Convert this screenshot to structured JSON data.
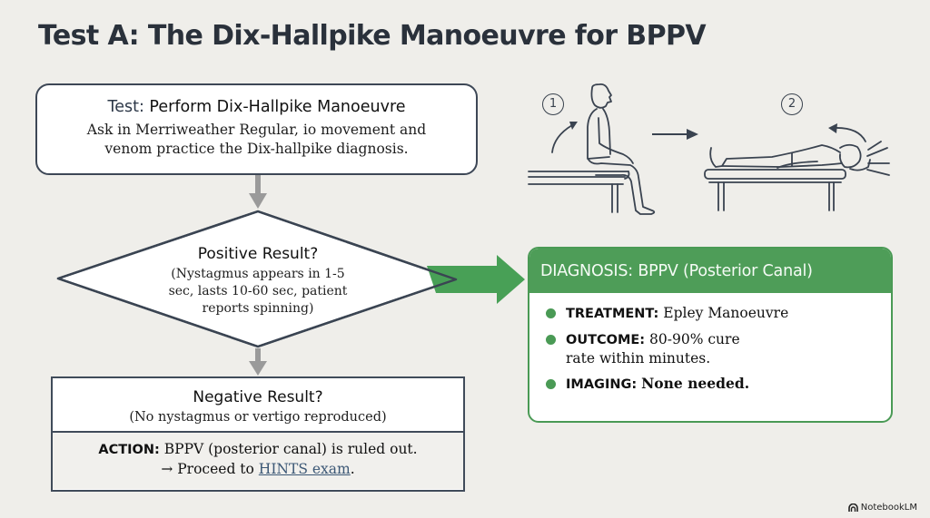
{
  "title": "Test A: The Dix-Hallpike Manoeuvre for BPPV",
  "test_box": {
    "label": "Test:",
    "heading": "Perform Dix-Hallpike Manoeuvre",
    "body_line1": "Ask in Merriweather Regular, io movement and",
    "body_line2": "venom practice the Dix-hallpike diagnosis."
  },
  "positive": {
    "question": "Positive Result?",
    "detail_line1": "(Nystagmus appears in 1-5",
    "detail_line2": "sec, lasts 10-60 sec, patient",
    "detail_line3": "reports spinning)"
  },
  "negative": {
    "question": "Negative Result?",
    "detail": "(No nystagmus or vertigo reproduced)",
    "action_label": "ACTION:",
    "action_text": "BPPV (posterior canal) is ruled out.",
    "proceed_arrow": "→",
    "proceed_text": "Proceed to",
    "proceed_link": "HINTS exam",
    "proceed_end": "."
  },
  "diagnosis": {
    "header": "DIAGNOSIS: BPPV (Posterior Canal)",
    "items": [
      {
        "label": "TREATMENT:",
        "value": "Epley Manoeuvre"
      },
      {
        "label": "OUTCOME:",
        "value": "80-90% cure rate within minutes."
      },
      {
        "label": "IMAGING:",
        "value": "None needed."
      }
    ]
  },
  "illustration": {
    "step1": "1",
    "step2": "2"
  },
  "colors": {
    "background": "#efeeea",
    "green": "#4e9d58",
    "dark_border": "#3d4756",
    "arrow_gray": "#999999",
    "link": "#3b5775"
  },
  "brand": "NotebookLM"
}
